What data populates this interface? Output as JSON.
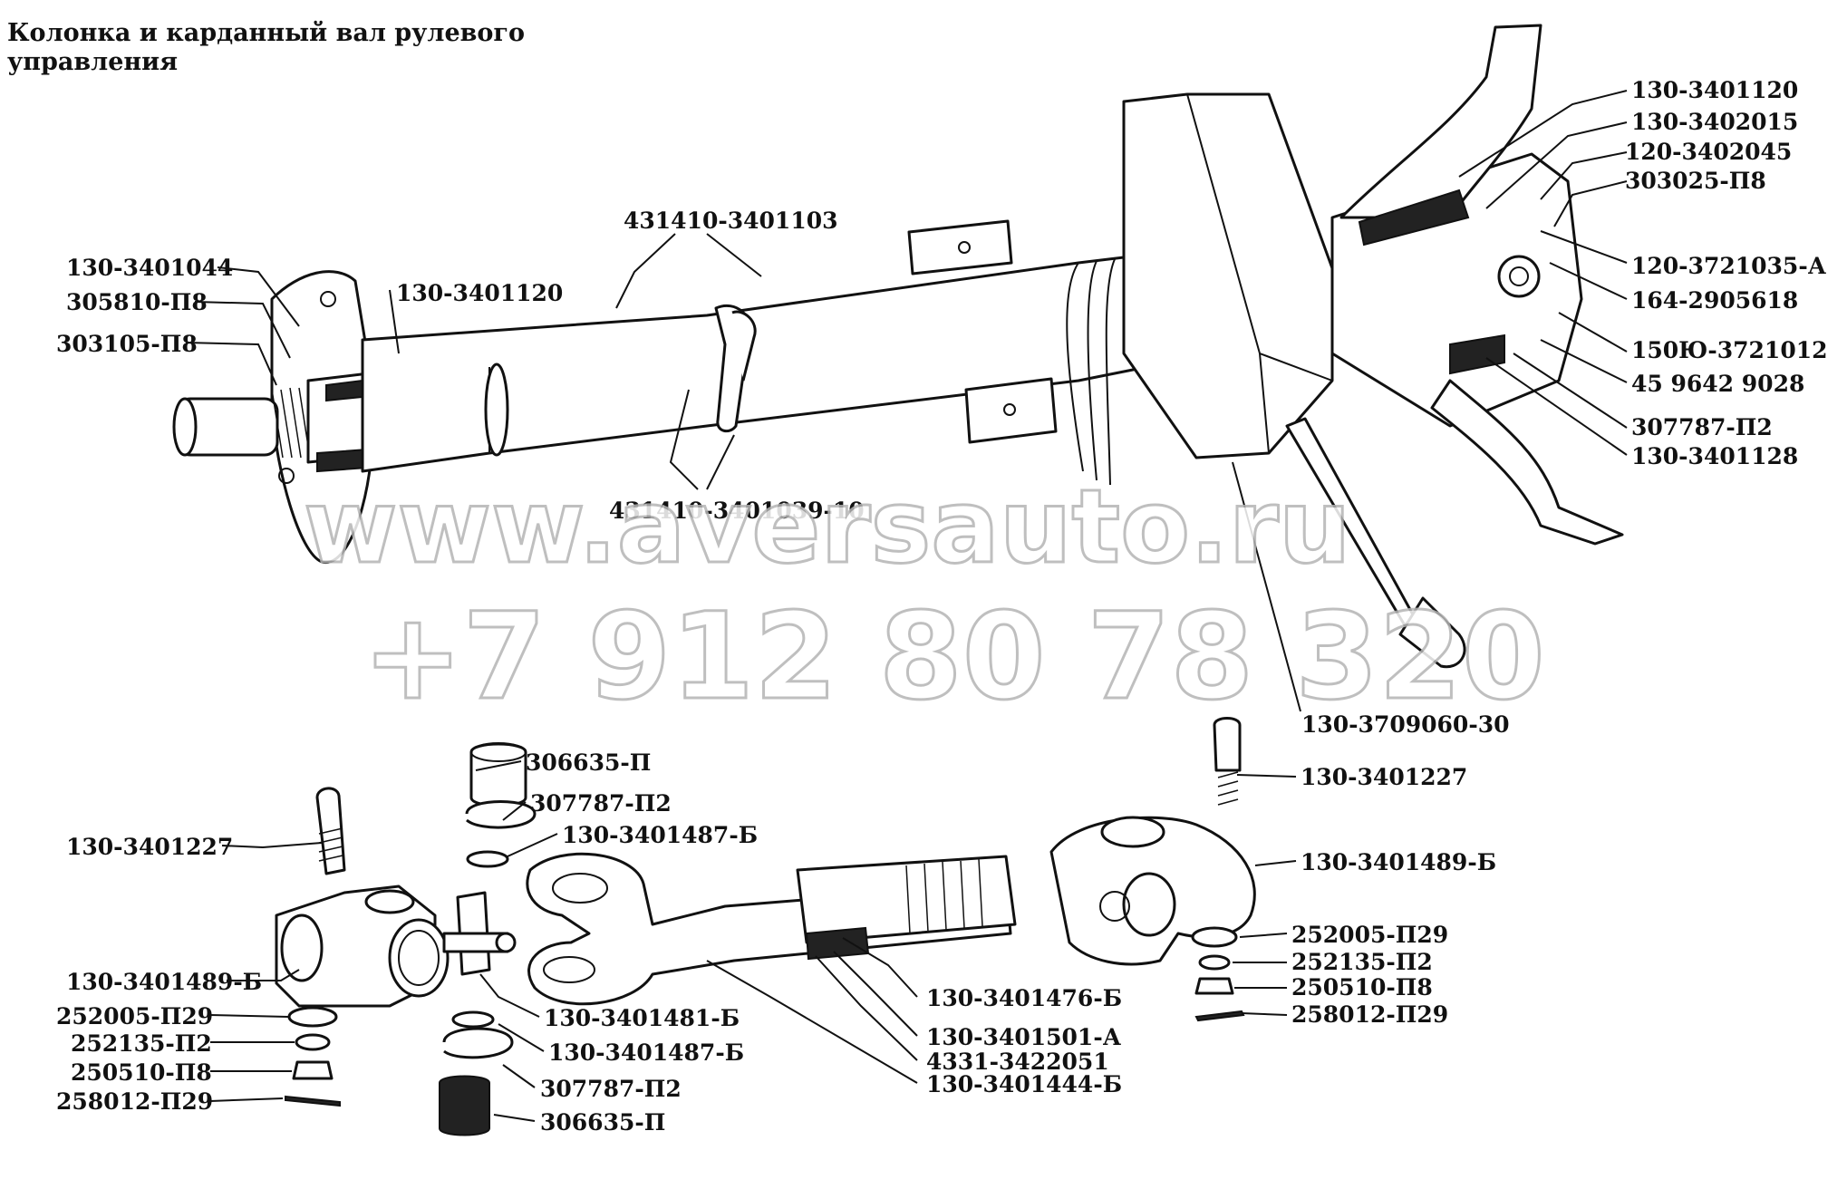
{
  "title": {
    "line1": "Колонка и карданный вал рулевого",
    "line2": "управления"
  },
  "watermark": {
    "url": "www.aversauto.ru",
    "phone": "+7 912 80 78 320"
  },
  "labels": {
    "column_upper_right": [
      "130-3401120",
      "130-3402015",
      "120-3402045",
      "303025-П8",
      "120-3721035-А",
      "164-2905618",
      "150Ю-3721012",
      "45 9642 9028",
      "307787-П2",
      "130-3401128"
    ],
    "column_left": [
      "130-3401044",
      "305810-П8",
      "303105-П8"
    ],
    "column_mid": {
      "bushing": "130-3401120",
      "tube_top": "431410-3401103",
      "tube_bottom": "431410-3401039-10",
      "switch_lever": "130-3709060-30"
    },
    "shaft_top": [
      "306635-П",
      "307787-П2",
      "130-3401487-Б"
    ],
    "shaft_left": [
      "130-3401227",
      "130-3401489-Б",
      "252005-П29",
      "252135-П2",
      "250510-П8",
      "258012-П29"
    ],
    "shaft_bottom": [
      "130-3401481-Б",
      "130-3401487-Б",
      "307787-П2",
      "306635-П",
      "130-3401476-Б",
      "130-3401501-А",
      "4331-3422051",
      "130-3401444-Б"
    ],
    "shaft_right": [
      "130-3401227",
      "130-3401489-Б",
      "252005-П29",
      "252135-П2",
      "250510-П8",
      "258012-П29"
    ]
  }
}
